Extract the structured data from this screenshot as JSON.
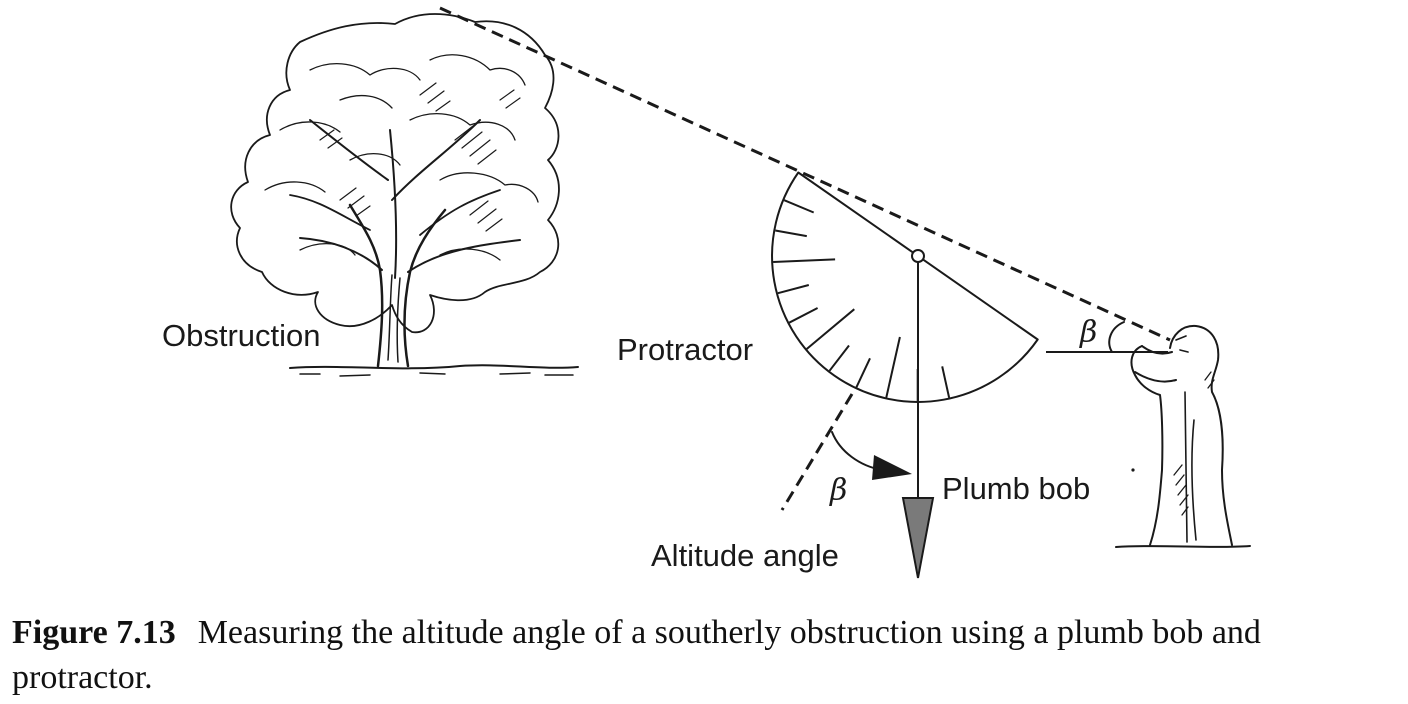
{
  "diagram": {
    "labels": {
      "obstruction": "Obstruction",
      "protractor": "Protractor",
      "plumb_bob": "Plumb bob",
      "altitude_angle": "Altitude angle",
      "beta_upper": "β",
      "beta_lower": "β"
    },
    "colors": {
      "ink": "#1a1a1a",
      "plumb_bob_fill": "#7a7a7a"
    }
  },
  "caption": {
    "figure_label": "Figure 7.13",
    "text": "Measuring the altitude angle of a southerly obstruction using a plumb bob and protractor."
  }
}
